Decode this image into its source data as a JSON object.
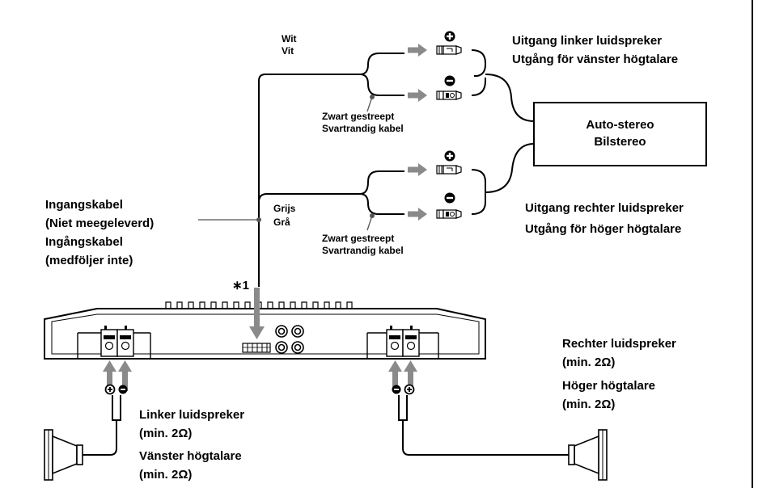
{
  "labels": {
    "wit": "Wit",
    "vit": "Vit",
    "out_left_nl": "Uitgang linker luidspreker",
    "out_left_sv": "Utgång för vänster högtalare",
    "car_stereo_nl": "Auto-stereo",
    "car_stereo_sv": "Bilstereo",
    "striped_top_nl": "Zwart gestreept",
    "striped_top_sv": "Svartrandig kabel",
    "grijs": "Grijs",
    "gra": "Grå",
    "out_right_nl": "Uitgang rechter luidspreker",
    "out_right_sv": "Utgång för höger högtalare",
    "input_nl_1": "Ingangskabel",
    "input_nl_2": "(Niet meegeleverd)",
    "input_sv_1": "Ingångskabel",
    "input_sv_2": "(medföljer inte)",
    "striped_bot_nl": "Zwart gestreept",
    "striped_bot_sv": "Svartrandig kabel",
    "note_ref": "∗1",
    "left_spk_nl": "Linker luidspreker",
    "left_spk_min1": "(min. 2Ω)",
    "left_spk_sv": "Vänster högtalare",
    "left_spk_min2": "(min. 2Ω)",
    "right_spk_nl": "Rechter luidspreker",
    "right_spk_min1": "(min. 2Ω)",
    "right_spk_sv": "Höger högtalare",
    "right_spk_min2": "(min. 2Ω)"
  },
  "icons": {
    "plus": "plus-circle-icon",
    "minus": "minus-circle-icon",
    "rca": "rca-plug-icon",
    "speaker": "speaker-icon",
    "amplifier": "amplifier-icon",
    "arrow": "arrow-icon"
  }
}
